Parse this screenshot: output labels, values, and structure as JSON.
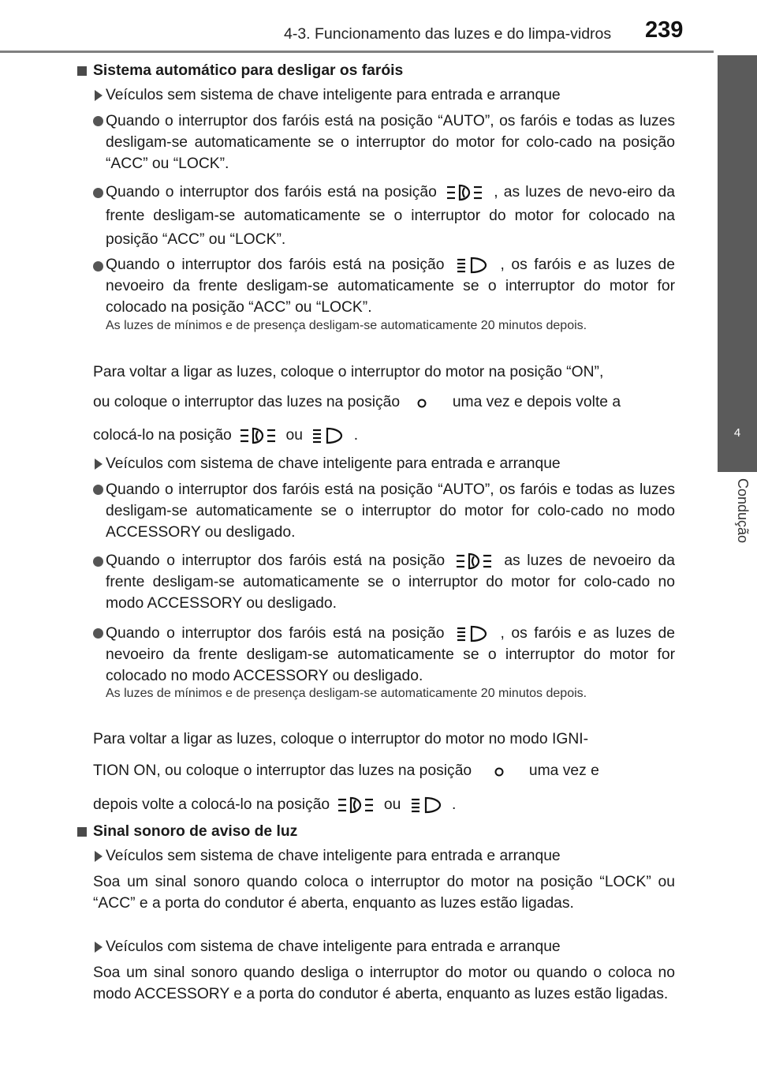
{
  "header": {
    "section_title": "4-3. Funcionamento das luzes e do limpa-vidros",
    "page_number": "239"
  },
  "side_tab": {
    "chapter_number": "4",
    "chapter_label": "Condução"
  },
  "s1": {
    "title": "Sistema automático para desligar os faróis",
    "sub_a": "Veículos sem sistema de chave inteligente para entrada e arranque",
    "a1": "Quando o interruptor dos faróis está na posição “AUTO”, os faróis e todas as luzes desligam-se automaticamente se o interruptor do motor for colo-cado na posição “ACC” ou “LOCK”.",
    "a2_pre": "Quando o interruptor dos faróis está na posição",
    "a2_post": ", as luzes de nevo-eiro da frente desligam-se automaticamente se o interruptor do motor for colocado na posição “ACC” ou “LOCK”.",
    "a3_pre": "Quando o interruptor dos faróis está na posição",
    "a3_post": ", os faróis e as luzes de nevoeiro da frente desligam-se automaticamente se o interruptor do motor for colocado na posição “ACC” ou “LOCK”.",
    "a3_note": "As luzes de mínimos e de presença desligam-se automaticamente 20 minutos depois.",
    "a_back_1": "Para voltar a ligar as luzes, coloque o interruptor do motor na posição “ON”,",
    "a_back_2_pre": "ou coloque o interruptor das luzes na posição",
    "a_back_2_post": "uma vez e depois volte a",
    "a_back_3_pre": "colocá-lo na posição",
    "a_back_3_mid": "ou",
    "a_back_3_post": ".",
    "sub_b": "Veículos com sistema de chave inteligente para entrada e arranque",
    "b1": "Quando o interruptor dos faróis está na posição “AUTO”, os faróis e todas as luzes desligam-se automaticamente se o interruptor do motor for colo-cado no modo ACCESSORY ou desligado.",
    "b2_pre": "Quando o interruptor dos faróis está na posição",
    "b2_post": "as luzes de nevoeiro da frente desligam-se automaticamente se o interruptor do motor for colo-cado no modo ACCESSORY ou desligado.",
    "b3_pre": "Quando o interruptor dos faróis está na posição",
    "b3_post": ", os faróis e as luzes de nevoeiro da frente desligam-se automaticamente se o interruptor do motor for colocado no modo ACCESSORY ou desligado.",
    "b3_note": "As luzes de mínimos e de presença desligam-se automaticamente 20 minutos depois.",
    "b_back_1": "Para voltar a ligar as luzes, coloque o interruptor do motor no modo IGNI-",
    "b_back_2_pre": "TION ON, ou coloque o interruptor das luzes na posição",
    "b_back_2_post": "uma vez e",
    "b_back_3_pre": "depois volte a colocá-lo na posição",
    "b_back_3_mid": "ou",
    "b_back_3_post": "."
  },
  "s2": {
    "title": "Sinal sonoro de aviso de luz",
    "sub_a": "Veículos sem sistema de chave inteligente para entrada e arranque",
    "a_text": "Soa um sinal sonoro quando coloca o interruptor do motor na posição “LOCK” ou “ACC” e a porta do condutor é aberta, enquanto as luzes estão ligadas.",
    "sub_b": "Veículos com sistema de chave inteligente para entrada e arranque",
    "b_text": "Soa um sinal sonoro quando desliga o interruptor do motor ou quando o coloca no modo ACCESSORY e a porta do condutor é aberta, enquanto as luzes estão ligadas."
  }
}
